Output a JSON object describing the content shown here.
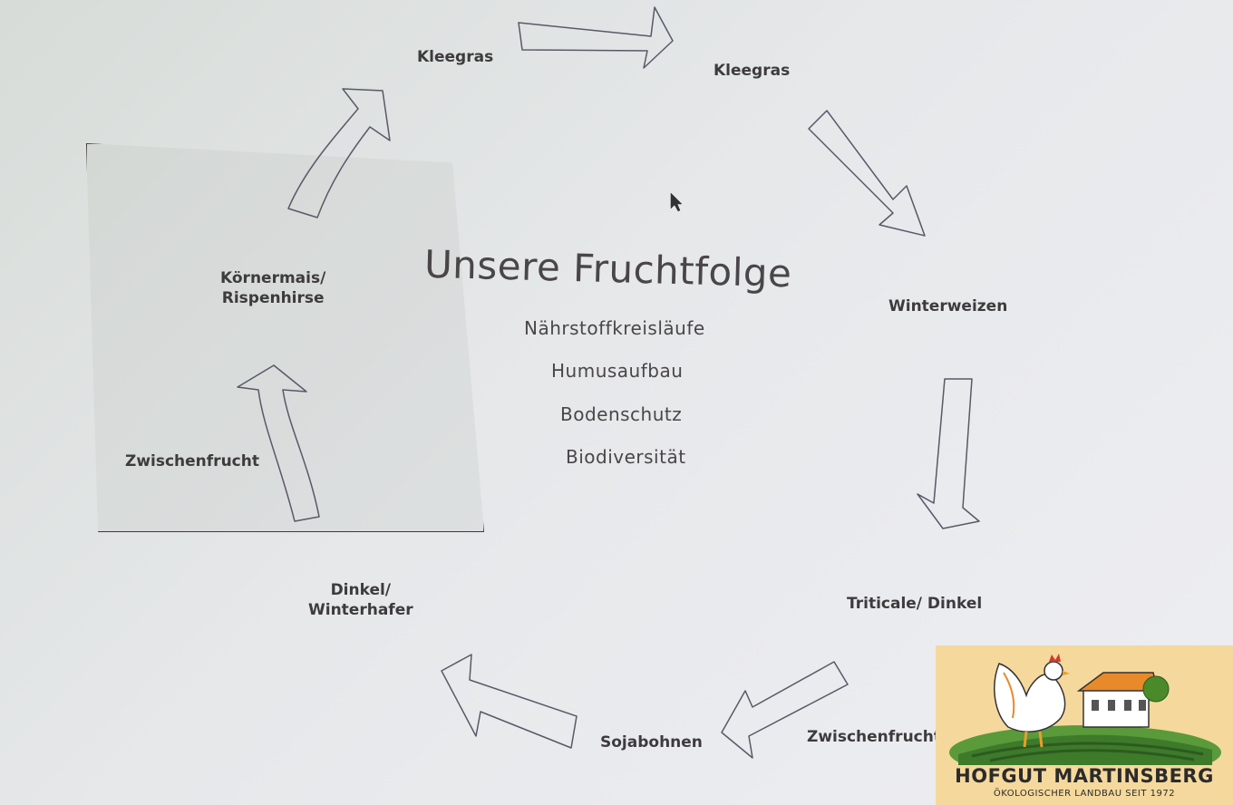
{
  "diagram": {
    "title": "Unsere Fruchtfolge",
    "goals": [
      "Nährstoffkreisläufe",
      "Humusaufbau",
      "Bodenschutz",
      "Biodiversität"
    ],
    "crops": [
      "Kleegras",
      "Kleegras",
      "Winterweizen",
      "Triticale/ Dinkel",
      "Zwischenfrucht",
      "Sojabohnen",
      "Dinkel/\nWinterhafer",
      "Zwischenfrucht",
      "Körnermais/\nRispenhirse"
    ]
  },
  "logo": {
    "name": "HOFGUT MARTINSBERG",
    "tagline": "ÖKOLOGISCHER LANDBAU SEIT 1972"
  },
  "colors": {
    "text": "#3e3b3d",
    "arrow_stroke": "#5a5868",
    "logo_bg": "#f5d89c",
    "logo_green": "#5a9a3a"
  }
}
